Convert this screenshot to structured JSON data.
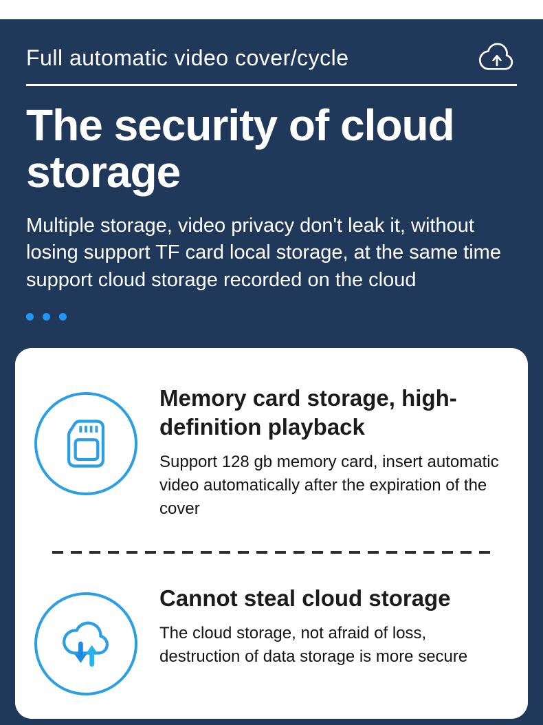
{
  "colors": {
    "navy": "#20395b",
    "accent": "#2196f3",
    "icon_blue": "#2b9fe3",
    "dark_text": "#1b1b1b"
  },
  "header": {
    "title": "Full automatic video cover/cycle",
    "icon": "cloud-upload-icon"
  },
  "hero": {
    "heading": "The security of cloud storage",
    "paragraph": "Multiple storage, video privacy don't leak it, without losing support TF card local storage, at the same time support cloud storage recorded on the cloud"
  },
  "features": [
    {
      "icon": "memory-card-icon",
      "title": "Memory card storage, high-definition playback",
      "description": "Support 128 gb memory card, insert automatic video automatically after the expiration of the cover"
    },
    {
      "icon": "cloud-sync-icon",
      "title": "Cannot steal cloud storage",
      "description": "The cloud storage, not afraid of loss, destruction of data storage is more secure"
    }
  ]
}
